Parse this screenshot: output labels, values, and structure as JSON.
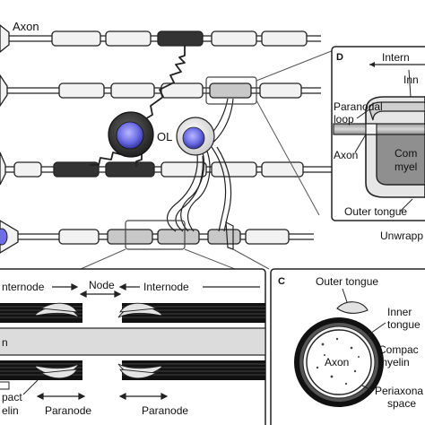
{
  "main": {
    "axon_label": "Axon",
    "ol_label": "OL"
  },
  "panel_b": {
    "internode_left": "nternode",
    "node": "Node",
    "internode_right": "Internode",
    "axon_cut": "n",
    "compact_cut_1": "pact",
    "compact_cut_2": "elin",
    "paranode_left": "Paranode",
    "paranode_right": "Paranode"
  },
  "panel_c": {
    "letter": "C",
    "outer_tongue": "Outer tongue",
    "inner_tongue_1": "Inner",
    "inner_tongue_2": "tongue",
    "compact_1": "Compac",
    "compact_2": "myelin",
    "axon": "Axon",
    "periaxonal_1": "Periaxona",
    "periaxonal_2": "space"
  },
  "panel_d": {
    "letter": "D",
    "internode_cut": "Intern",
    "inner_cut": "Inn",
    "paranodal_1": "Paranodal",
    "paranodal_2": "loop",
    "axon": "Axon",
    "compact_cut_1": "Com",
    "compact_cut_2": "myel",
    "outer_tongue": "Outer tongue",
    "unwrapped_cut": "Unwrapp"
  },
  "colors": {
    "segment_fill": "#f2f2f2",
    "segment_dark": "#333333",
    "highlight_fill": "#c8c8c8",
    "nucleus_blue": "#6d6de6",
    "outline": "#222222"
  }
}
